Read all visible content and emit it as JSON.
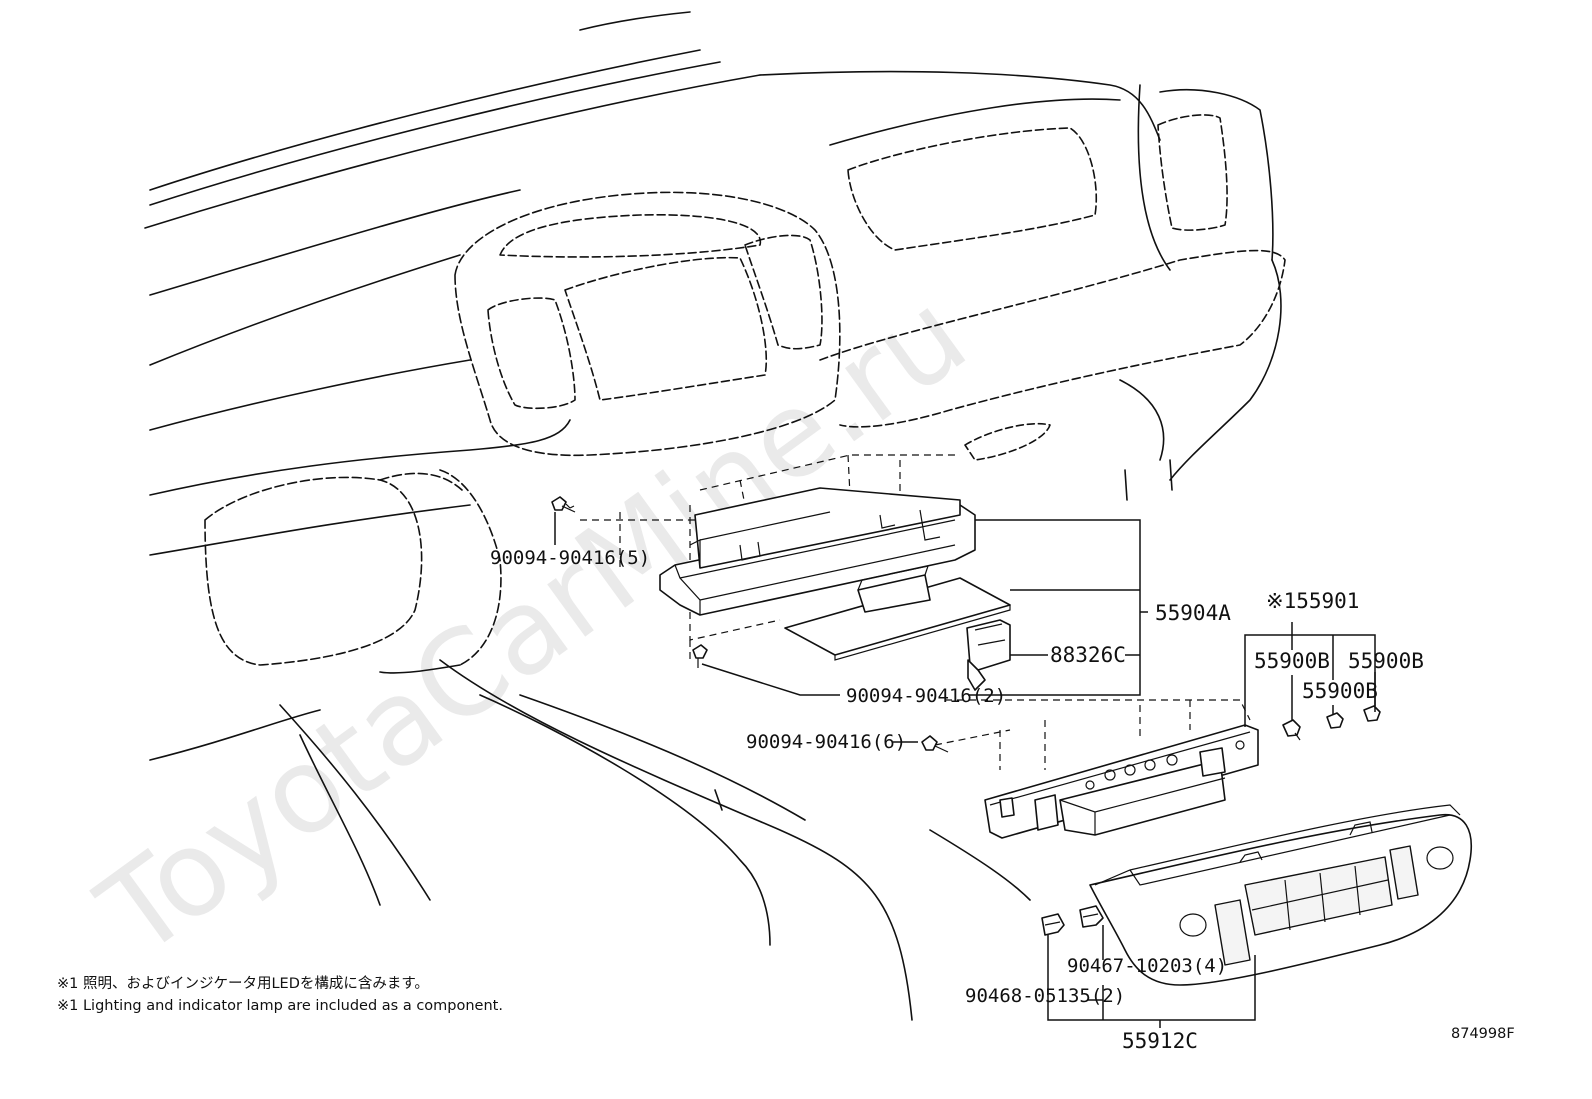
{
  "watermark": "ToyotaCarMine.ru",
  "part_labels": {
    "p_90094_5": "90094-90416(5)",
    "p_55904A": "55904A",
    "p_88326C": "88326C",
    "p_90094_2": "90094-90416(2)",
    "p_90094_6": "90094-90416(6)",
    "p_55901": "※155901",
    "p_55900B_a": "55900B",
    "p_55900B_b": "55900B",
    "p_55900B_c": "55900B",
    "p_90467": "90467-10203(4)",
    "p_90468": "90468-05135(2)",
    "p_55912C": "55912C"
  },
  "notes": {
    "note_jp": "※1 照明、およびインジケータ用LEDを構成に含みます。",
    "note_en": "※1 Lighting and indicator lamp are included as a component."
  },
  "figure_id": "874998F"
}
